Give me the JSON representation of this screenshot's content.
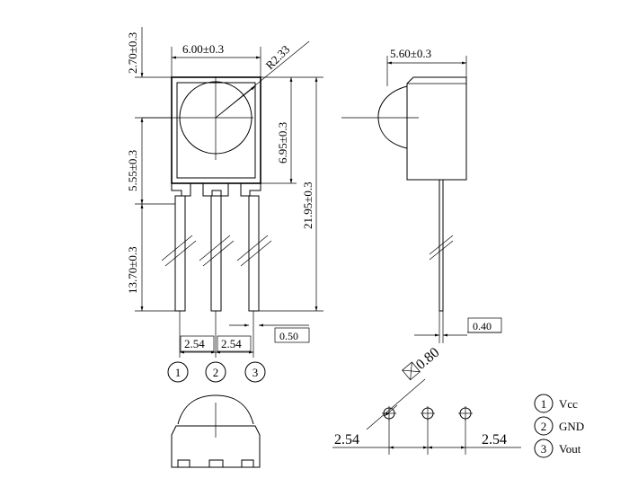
{
  "front_view": {
    "dim_width": "6.00±0.3",
    "dim_top": "2.70±0.3",
    "dim_radius": "R2.33",
    "dim_lens": "6.95±0.3",
    "dim_body": "5.55±0.3",
    "dim_total": "21.95±0.3",
    "dim_leads": "13.70±0.3",
    "dim_pitch_1": "2.54",
    "dim_pitch_2": "2.54",
    "dim_lead_width": "0.50",
    "pin_numbers": [
      "1",
      "2",
      "3"
    ]
  },
  "side_view": {
    "dim_depth": "5.60±0.3",
    "dim_lead_thickness": "0.40"
  },
  "footprint": {
    "hole_dim": "0.80",
    "pitch_left": "2.54",
    "pitch_right": "2.54"
  },
  "pinout": [
    {
      "num": "1",
      "name": "Vcc"
    },
    {
      "num": "2",
      "name": "GND"
    },
    {
      "num": "3",
      "name": "Vout"
    }
  ]
}
